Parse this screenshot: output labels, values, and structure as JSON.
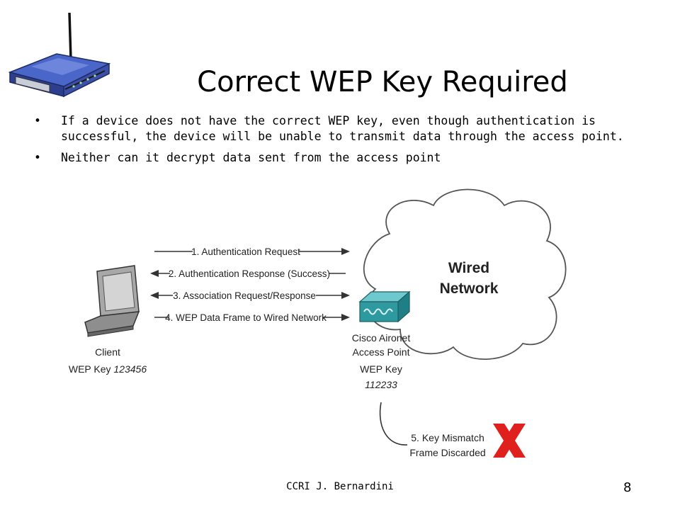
{
  "slide": {
    "title": "Correct WEP Key Required",
    "bullets": [
      {
        "text": "If a device does not have the correct WEP key, even though authentication is successful, the device will be unable to transmit data through the access point."
      },
      {
        "text": "Neither can it decrypt data sent from the access point"
      }
    ],
    "footer": "CCRI   J. Bernardini",
    "page_number": "8"
  },
  "diagram": {
    "messages": [
      {
        "label": "1. Authentication Request"
      },
      {
        "label": "2. Authentication Response (Success)"
      },
      {
        "label": "3. Association Request/Response"
      },
      {
        "label": "4. WEP Data Frame to Wired Network"
      }
    ],
    "client": {
      "line1": "Client",
      "line2": "WEP Key",
      "key": "123456"
    },
    "access_point": {
      "line1": "Cisco Aironet",
      "line2": "Access Point",
      "line3": "WEP Key",
      "key": "112233"
    },
    "cloud": {
      "line1": "Wired",
      "line2": "Network"
    },
    "mismatch": {
      "line1": "5. Key Mismatch",
      "line2": "Frame Discarded"
    },
    "colors": {
      "router_blue": "#3d58b8",
      "ap_teal": "#2e9aa0",
      "laptop_gray": "#9a9a9a",
      "x_red": "#e0201c"
    }
  }
}
